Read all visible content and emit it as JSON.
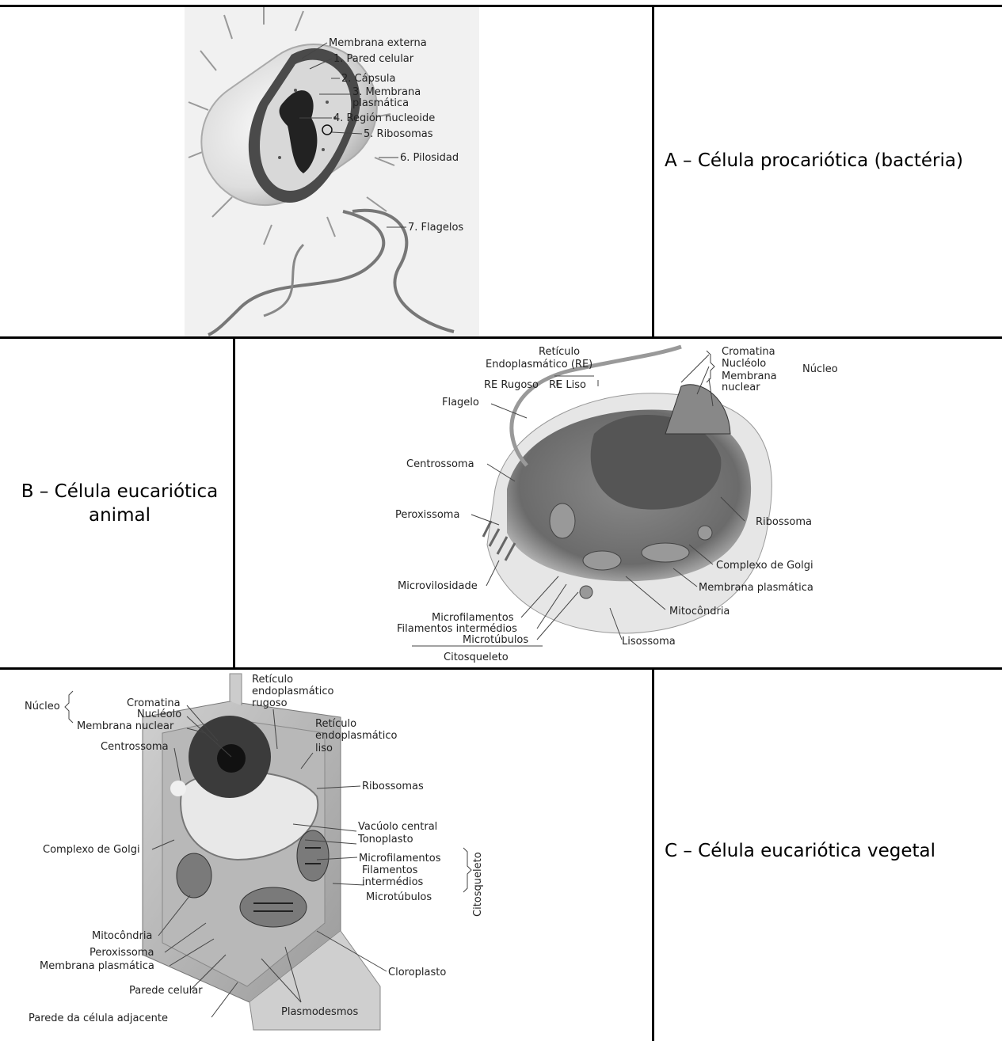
{
  "captions": {
    "prokaryote": "A – Célula procariótica (bactéria)",
    "animal": "B – Célula eucariótica animal",
    "plant": "C – Célula eucariótica vegetal"
  },
  "bacteria_labels": {
    "outer_membrane": "Membrana externa",
    "cell_wall": "1. Pared celular",
    "capsule": "2. Cápsula",
    "plasma_membrane_1": "3. Membrana",
    "plasma_membrane_2": "plasmática",
    "nucleoid": "4. Región nucleoide",
    "ribosomes": "5. Ribosomas",
    "pili": "6. Pilosidad",
    "flagella": "7. Flagelos"
  },
  "animal_labels": {
    "er_1": "Retículo",
    "er_2": "Endoplasmático (RE)",
    "rough_er": "RE Rugoso",
    "smooth_er": "RE Liso",
    "flagellum": "Flagelo",
    "centrosome": "Centrossoma",
    "peroxisome": "Peroxissoma",
    "microvilli": "Microvilosidade",
    "microfilaments": "Microfilamentos",
    "intermediate_filaments": "Filamentos intermédios",
    "microtubules": "Microtúbulos",
    "cytoskeleton": "Citosqueleto",
    "chromatin": "Cromatina",
    "nucleolus": "Nucléolo",
    "nuclear_membrane_1": "Membrana",
    "nuclear_membrane_2": "nuclear",
    "nucleus": "Núcleo",
    "ribosome": "Ribossoma",
    "golgi": "Complexo de Golgi",
    "plasma_membrane": "Membrana plasmática",
    "mitochondrion": "Mitocôndria",
    "lysosome": "Lisossoma"
  },
  "plant_labels": {
    "nucleus": "Núcleo",
    "chromatin": "Cromatina",
    "nucleolus": "Nucléolo",
    "nuclear_membrane": "Membrana nuclear",
    "centrosome": "Centrossoma",
    "rough_er_1": "Retículo",
    "rough_er_2": "endoplasmático",
    "rough_er_3": "rugoso",
    "smooth_er_1": "Retículo",
    "smooth_er_2": "endoplasmático",
    "smooth_er_3": "liso",
    "ribosomes": "Ribossomas",
    "central_vacuole": "Vacúolo central",
    "tonoplast": "Tonoplasto",
    "microfilaments": "Microfilamentos",
    "intermediate_filaments_1": "Filamentos",
    "intermediate_filaments_2": "intermédios",
    "microtubules": "Microtúbulos",
    "cytoskeleton": "Citosqueleto",
    "golgi": "Complexo de Golgi",
    "mitochondrion": "Mitocôndria",
    "peroxisome": "Peroxissoma",
    "plasma_membrane": "Membrana plasmática",
    "cell_wall": "Parede celular",
    "adjacent_wall": "Parede da célula adjacente",
    "chloroplast": "Cloroplasto",
    "plasmodesmata": "Plasmodesmos"
  }
}
